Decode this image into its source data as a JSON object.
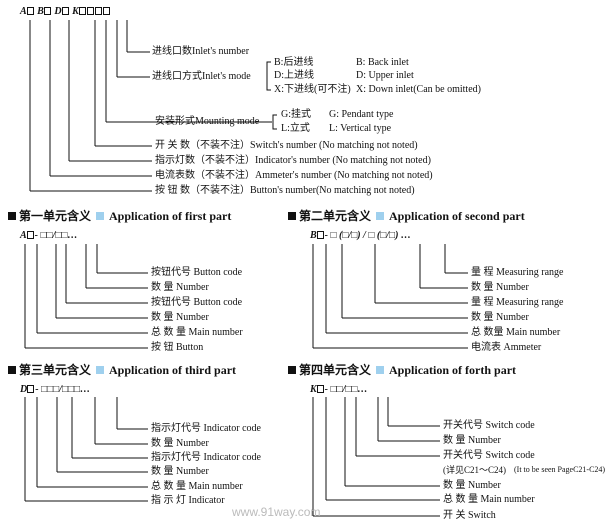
{
  "main": {
    "code_parts": [
      "A",
      "B",
      "D",
      "K"
    ],
    "labels": [
      "进线口数Inlet's number",
      "进线口方式Inlet's mode",
      "B:后进线",
      "B:  Back inlet",
      "D:上进线",
      "D:  Upper inlet",
      "X:下进线(可不注)",
      "X:  Down inlet(Can be omitted)",
      "安装形式Mounting mode",
      "G:挂式",
      "G: Pendant type",
      "L:立式",
      "L:  Vertical type",
      "开 关 数（不装不注）Switch's number (No matching not noted)",
      "指示灯数（不装不注）Indicator's number (No matching not noted)",
      "电流表数（不装不注）Ammeter's number (No matching not noted)",
      "按 钮 数（不装不注）Button's number(No matching not noted)"
    ]
  },
  "sections": [
    {
      "title_cn": "第一单元含义",
      "title_en": "Application of first part",
      "code_letter": "A",
      "code_rest": "-  □□/□□…",
      "items": [
        "按钮代号 Button code",
        "数      量 Number",
        "按钮代号 Button code",
        "数      量 Number",
        "总 数 量 Main number",
        "按      钮 Button"
      ]
    },
    {
      "title_cn": "第二单元含义",
      "title_en": "Application of second part",
      "code_letter": "B",
      "code_rest": "- □ (□/□) / □ (□/□) …",
      "items": [
        "量    程 Measuring range",
        "数    量 Number",
        "量    程 Measuring range",
        "数    量 Number",
        "总 数量 Main number",
        "电流表 Ammeter"
      ]
    },
    {
      "title_cn": "第三单元含义",
      "title_en": "Application of  third part",
      "code_letter": "D",
      "code_rest": "-  □□□/□□□…",
      "items": [
        "指示灯代号 Indicator code",
        "数        量 Number",
        "指示灯代号 Indicator code",
        "数        量 Number",
        "总  数  量 Main number",
        "指  示  灯 Indicator"
      ]
    },
    {
      "title_cn": "第四单元含义",
      "title_en": "Application of forth part",
      "code_letter": "K",
      "code_rest": "-  □□/□□…",
      "items": [
        "开关代号 Switch code",
        "数      量 Number",
        "开关代号 Switch code",
        "(详见C21～C24)",
        "(It to be seen PageC21-C24)",
        "数      量 Number",
        "总 数 量 Main number",
        "开      关 Switch"
      ]
    }
  ],
  "watermark": "www.91way.com"
}
